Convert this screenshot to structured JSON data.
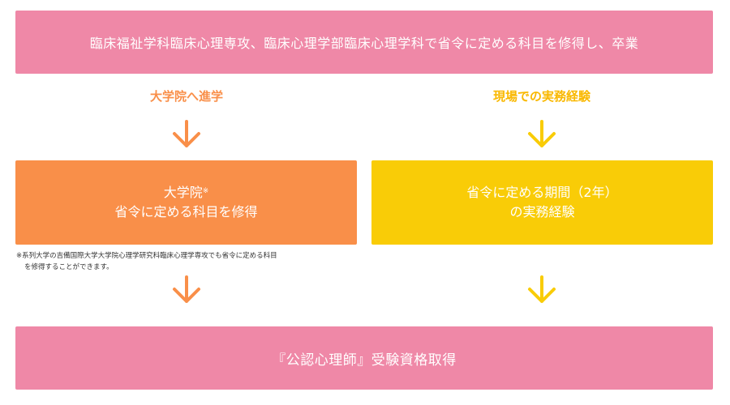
{
  "top_box": {
    "text": "臨床福祉学科臨床心理専攻、臨床心理学部臨床心理学科で省令に定める科目を修得し、卒業"
  },
  "left_branch": {
    "label": "大学院へ進学",
    "box_line1": "大学院",
    "box_mark": "※",
    "box_line2": "省令に定める科目を修得",
    "footnote_line1": "※系列大学の吉備国際大学大学院心理学研究科臨床心理学専攻でも省令に定める科目",
    "footnote_line2": "を修得することができます。"
  },
  "right_branch": {
    "label": "現場での実務経験",
    "box_line1": "省令に定める期間（2年）",
    "box_line2": "の実務経験"
  },
  "bottom_box": {
    "text": "『公認心理師』受験資格取得"
  },
  "colors": {
    "pink": "#ef88a7",
    "orange": "#f98f49",
    "yellow": "#f9cc07",
    "yellow_text": "#f9b800"
  },
  "icons": {
    "arrow": "arrow-down-icon"
  }
}
